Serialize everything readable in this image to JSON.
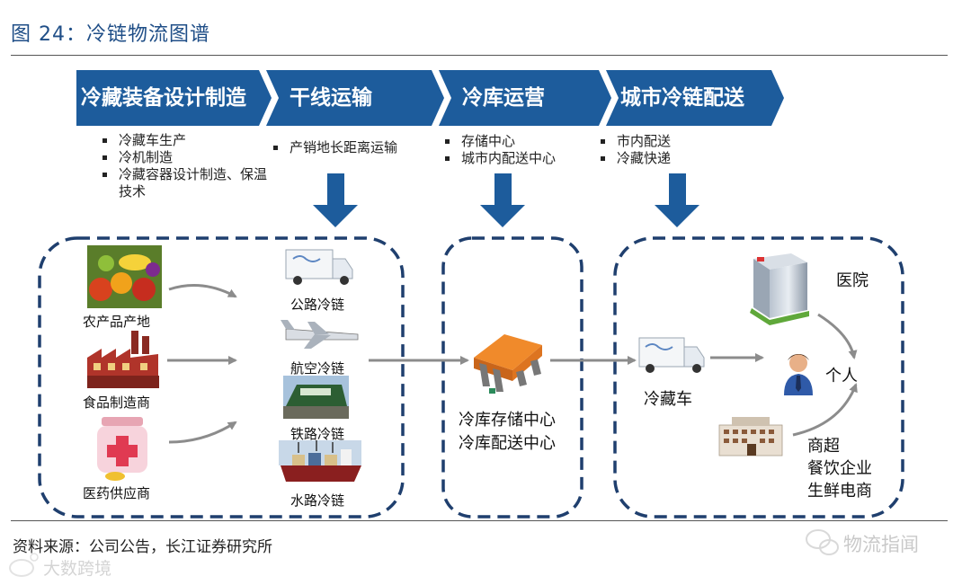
{
  "figure": {
    "title": "图 24：冷链物流图谱"
  },
  "stages": [
    {
      "title": "冷藏装备设计制造",
      "bullets": [
        "冷藏车生产",
        "冷机制造",
        "冷藏容器设计制造、保温技术"
      ]
    },
    {
      "title": "干线运输",
      "bullets": [
        "产销地长距离运输"
      ]
    },
    {
      "title": "冷库运营",
      "bullets": [
        "存储中心",
        "城市内配送中心"
      ]
    },
    {
      "title": "城市冷链配送",
      "bullets": [
        "市内配送",
        "冷藏快递"
      ]
    }
  ],
  "sources": [
    "农产品产地",
    "食品制造商",
    "医药供应商"
  ],
  "transport": [
    "公路冷链",
    "航空冷链",
    "铁路冷链",
    "水路冷链"
  ],
  "warehouse": {
    "line1": "冷库存储中心",
    "line2": "冷库配送中心"
  },
  "distribution": {
    "vehicle": "冷藏车",
    "hospital": "医院",
    "person": "个人",
    "retail": [
      "商超",
      "餐饮企业",
      "生鲜电商"
    ]
  },
  "footer": {
    "source": "资料来源：公司公告，长江证券研究所"
  },
  "watermarks": {
    "right": "物流指闻",
    "left": "大数跨境"
  },
  "colors": {
    "chevron": "#1d5c9c",
    "arrow_down": "#1d5c9c",
    "box_border": "#1f3f6e",
    "flow_arrow": "#8c8c8c"
  }
}
